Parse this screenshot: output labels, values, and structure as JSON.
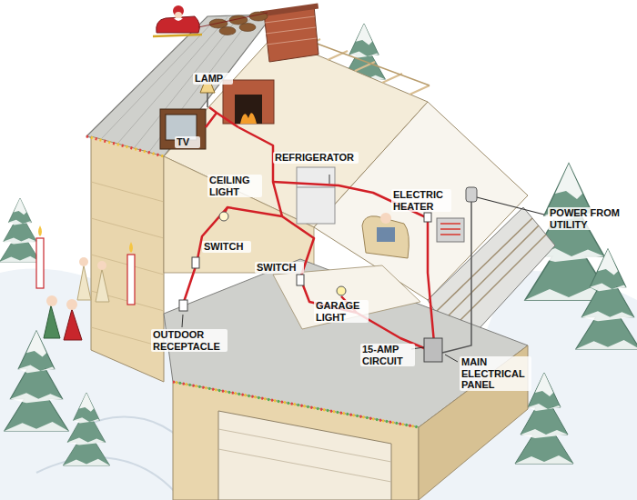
{
  "diagram": {
    "labels": [
      "LAMP",
      "TV",
      "REFRIGERATOR",
      "CEILING LIGHT",
      "ELECTRIC HEATER",
      "POWER FROM UTILITY",
      "SWITCH",
      "SWITCH",
      "GARAGE LIGHT",
      "OUTDOOR RECEPTACLE",
      "15-AMP CIRCUIT",
      "MAIN ELECTRICAL PANEL"
    ]
  }
}
